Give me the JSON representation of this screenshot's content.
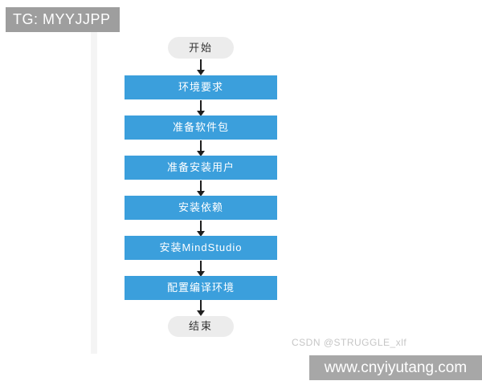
{
  "banners": {
    "top_left": "TG: MYYJJPP",
    "bottom_right": "www.cnyiyutang.com"
  },
  "watermark": "CSDN @STRUGGLE_xlf",
  "flowchart": {
    "start": "开始",
    "steps": [
      "环境要求",
      "准备软件包",
      "准备安装用户",
      "安装依赖",
      "安装MindStudio",
      "配置编译环境"
    ],
    "end": "结束"
  },
  "colors": {
    "step_blue": "#3b9fdc",
    "terminal_gray": "#ececec",
    "banner_gray_top": "#9e9e9e",
    "banner_gray_bottom": "#a7a7a7",
    "arrow_dark": "#1f1f1f",
    "watermark_gray": "#c6c6c6"
  }
}
